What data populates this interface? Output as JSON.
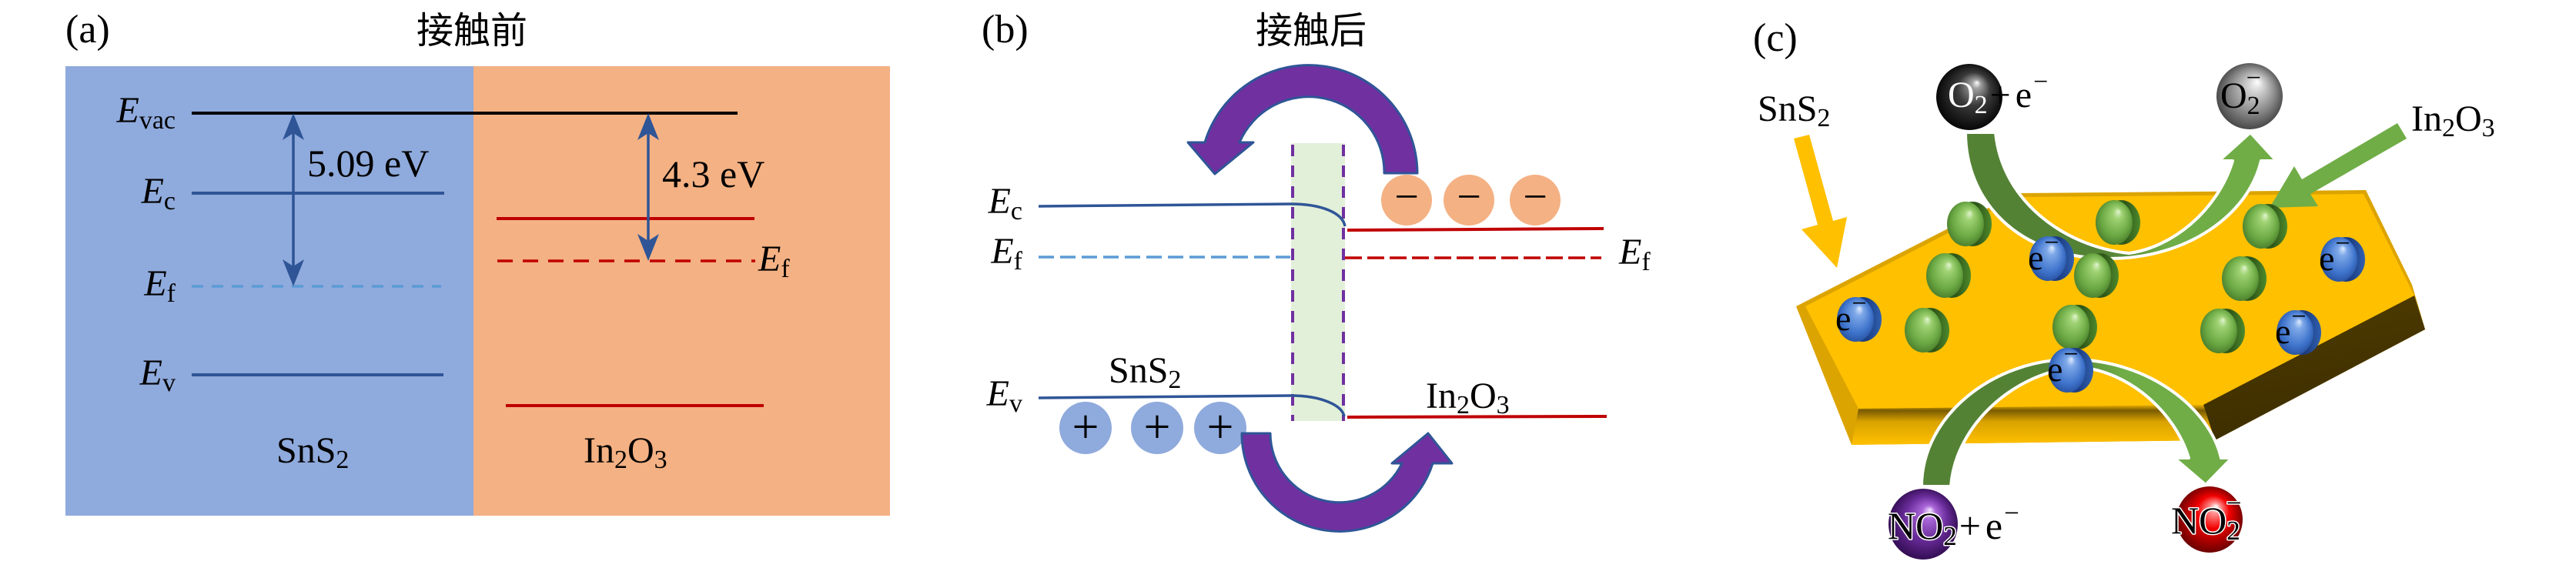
{
  "panel_a": {
    "label": "(a)",
    "title": "接触前",
    "sns2_levels": {
      "vacuum": [
        "E",
        "vac"
      ],
      "conduction": [
        "E",
        "c"
      ],
      "fermi": [
        "E",
        "f"
      ],
      "valence": [
        "E",
        "v"
      ]
    },
    "in2o3_fermi": [
      "E",
      "f"
    ],
    "sns2_work_function": "5.09 eV",
    "in2o3_work_function": "4.3 eV",
    "sns2_label": [
      "SnS",
      "2"
    ],
    "in2o3_label": [
      "In",
      "2",
      "O",
      "3"
    ]
  },
  "panel_b": {
    "label": "(b)",
    "title": "接触后",
    "sns2_levels": {
      "conduction": [
        "E",
        "c"
      ],
      "fermi": [
        "E",
        "f"
      ],
      "valence": [
        "E",
        "v"
      ]
    },
    "in2o3_fermi": [
      "E",
      "f"
    ],
    "sns2_label": [
      "SnS",
      "2"
    ],
    "in2o3_label": [
      "In",
      "2",
      "O",
      "3"
    ],
    "electrons": [
      "−",
      "−",
      "−"
    ],
    "holes": [
      "+",
      "+",
      "+"
    ]
  },
  "panel_c": {
    "label": "(c)",
    "sns2_label": [
      "SnS",
      "2"
    ],
    "in2o3_label": [
      "In",
      "2",
      "O",
      "3"
    ],
    "o2_reactant": [
      "O",
      "2",
      "+",
      "e",
      "−"
    ],
    "o2_product": [
      "O",
      "2",
      "−"
    ],
    "no2_reactant": [
      "NO",
      "2",
      "+",
      "e",
      "−"
    ],
    "no2_product": [
      "NO",
      "2",
      "−"
    ],
    "electron": [
      "e",
      "−"
    ]
  },
  "colors": {
    "sns2_region": "#8faadc",
    "in2o3_region": "#f4b183",
    "vacuum_line": "#000000",
    "sns2_band_line": "#2f5597",
    "sns2_fermi_line": "#5b9bd5",
    "in2o3_band_line": "#c00000",
    "carrier_arrow": "#7030a0",
    "carrier_arrow_outline": "#2f5597",
    "depletion_region": "#e2f0d9",
    "depletion_boundary": "#7030a0",
    "hole_fill": "#8faadc",
    "electron_fill": "#f4b183",
    "sns2_text": "#ffc000",
    "in2o3_text": "#70ad47",
    "plate_top": "#ffc000"
  }
}
